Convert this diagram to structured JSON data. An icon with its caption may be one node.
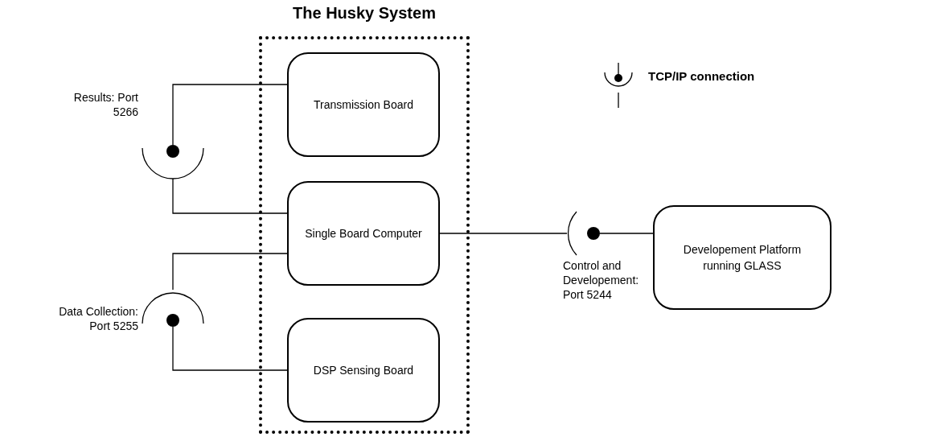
{
  "diagram": {
    "nodes": [
      {
        "text": [
          "The Husky System"
        ]
      },
      {
        "text": [
          "Transmission Board"
        ],
        "in": 0
      },
      {
        "text": [
          "Single Board Computer"
        ],
        "in": 0
      },
      {
        "text": [
          "DSP Sensing Board"
        ],
        "in": 0
      },
      {
        "text": [
          "Developement Platform running GLASS"
        ]
      },
      {
        "text": [],
        "shape": "socket",
        "beside": [
          "Results: Port 5266"
        ]
      },
      {
        "text": [],
        "shape": "socket",
        "beside": [
          "Data Collection: Port 5255"
        ]
      },
      {
        "text": [],
        "shape": "socket",
        "beside": [
          "Control and Developement: Port 5244"
        ]
      }
    ],
    "edges": [
      {
        "from": 1,
        "to": 5,
        "arrow": "none"
      },
      {
        "from": 5,
        "to": 2,
        "arrow": "none"
      },
      {
        "from": 2,
        "to": 6,
        "arrow": "none"
      },
      {
        "from": 6,
        "to": 3,
        "arrow": "none"
      },
      {
        "from": 2,
        "to": 7,
        "arrow": "none"
      },
      {
        "from": 7,
        "to": 4,
        "arrow": "none"
      }
    ],
    "legend": [
      {
        "text": "TCP/IP connection"
      }
    ]
  }
}
